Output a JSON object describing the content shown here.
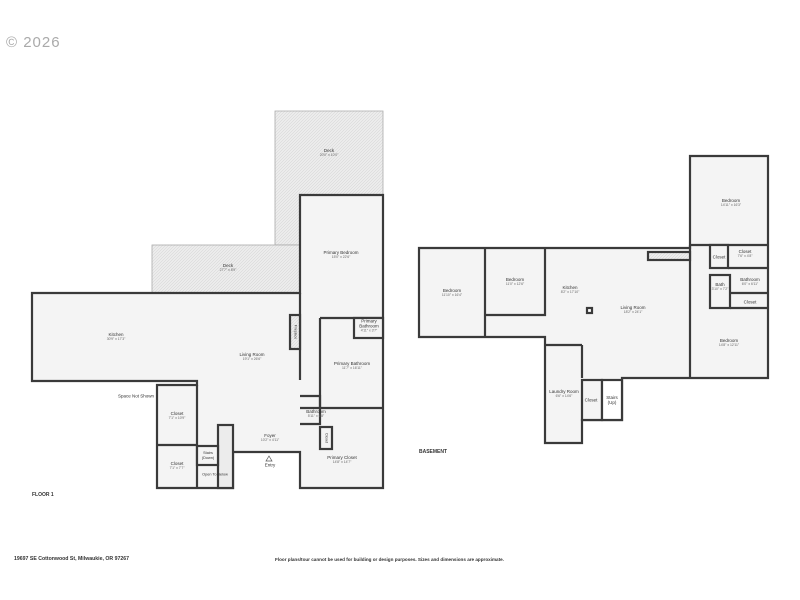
{
  "watermark": "© 2026",
  "floor1": {
    "caption": "FLOOR 1",
    "rooms": [
      {
        "name": "Deck",
        "dims": "20'0\" x 10'0\""
      },
      {
        "name": "Deck",
        "dims": "27'7\" x 8'9\""
      },
      {
        "name": "Primary Bedroom",
        "dims": "15'0\" x 22'6\""
      },
      {
        "name": "Kitchen",
        "dims": "30'9\" x 17'3\""
      },
      {
        "name": "Living Room",
        "dims": "19'1\" x 26'6\""
      },
      {
        "name": "Primary Bathroom",
        "dims": "4'11\" x 3'7\""
      },
      {
        "name": "Primary Bathroom",
        "dims": "11'7\" x 16'11\""
      },
      {
        "name": "Bathroom",
        "dims": "5'11\" x 6'8\""
      },
      {
        "name": "Closet",
        "dims": "7'1\" x 10'9\""
      },
      {
        "name": "Closet",
        "dims": "7'1\" x 7'7\""
      },
      {
        "name": "Foyer",
        "dims": "10'2\" x 4'11\""
      },
      {
        "name": "Primary Closet",
        "dims": "14'8\" x 14'7\""
      }
    ],
    "labels": {
      "fireplace": "Fireplace",
      "space": "Space Not Shown",
      "stairs": "Stairs (Down)",
      "open": "Open To Below",
      "entry": "Entry",
      "closet": "Closet"
    }
  },
  "basement": {
    "caption": "BASEMENT",
    "rooms": [
      {
        "name": "Bedroom",
        "dims": "11'10\" x 16'4\""
      },
      {
        "name": "Bedroom",
        "dims": "11'0\" x 12'6\""
      },
      {
        "name": "Kitchen",
        "dims": "8'2\" x 17'10\""
      },
      {
        "name": "Living Room",
        "dims": "18'2\" x 24'1\""
      },
      {
        "name": "Bedroom",
        "dims": "14'11\" x 16'3\""
      },
      {
        "name": "Closet",
        "dims": "7'6\" x 4'8\""
      },
      {
        "name": "Bath",
        "dims": "3'10\" x 7'2\""
      },
      {
        "name": "Bathroom",
        "dims": "6'0\" x 6'11\""
      },
      {
        "name": "Bedroom",
        "dims": "14'8\" x 12'11\""
      },
      {
        "name": "Laundry Room",
        "dims": "6'6\" x 14'6\""
      }
    ],
    "labels": {
      "closet": "Closet",
      "stairs": "Stairs (Up)"
    }
  },
  "footer": {
    "address": "19697 SE Cottonwood St, Milwaukie, OR 97267",
    "disclaimer": "Floor plans/tour cannot be used for building or design purposes. Sizes and dimensions are approximate."
  },
  "colors": {
    "wall": "#3a3a3a",
    "floor": "#f4f4f4",
    "deck": "#e8e8e8"
  }
}
